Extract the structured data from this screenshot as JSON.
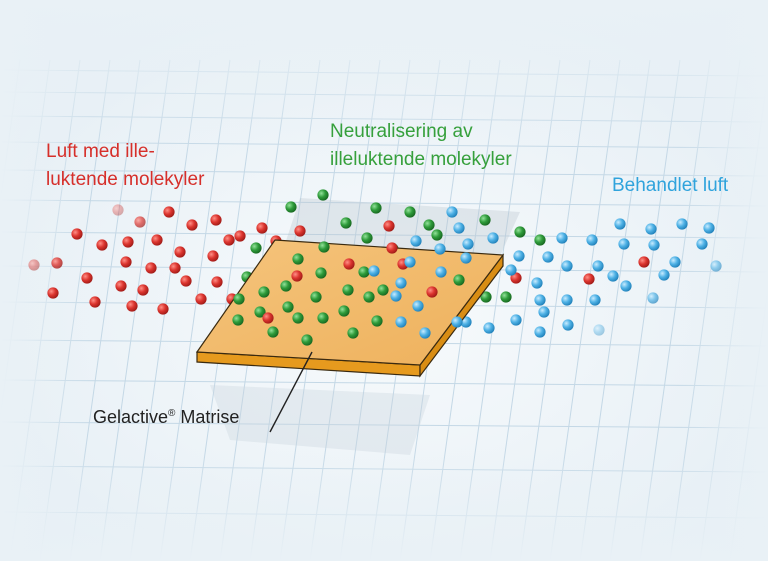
{
  "labels": {
    "untreated_line1": "Luft med ille-",
    "untreated_line2": "luktende molekyler",
    "neutralizing_line1": "Neutralisering av",
    "neutralizing_line2": "illeluktende molekyler",
    "treated": "Behandlet luft",
    "matrix_name": "Gelactive",
    "matrix_mark": "®",
    "matrix_suffix": " Matrise"
  },
  "colors": {
    "background": "#e9f1f6",
    "grid": "#c9dbe8",
    "red_molecule": "#d9312c",
    "green_molecule": "#2e9a3a",
    "blue_molecule": "#4db0e4",
    "matrix_top": "#f2bb6f",
    "matrix_edge": "#e79a1f"
  }
}
